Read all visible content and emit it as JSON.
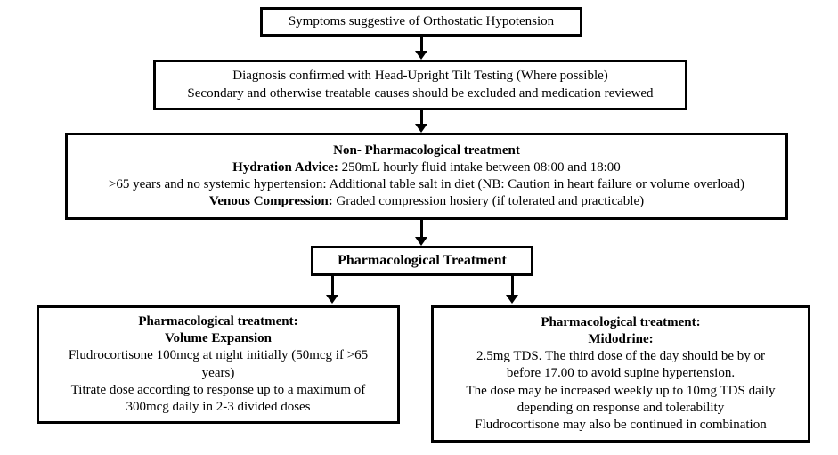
{
  "document": {
    "title": "Orthostatic Hypotension Management Flowchart",
    "type": "clinical-pathway-flowchart",
    "background_color": "#ffffff",
    "text_color": "#000000",
    "border_color": "#000000"
  },
  "nodes": {
    "symptoms": {
      "id": "node-symptoms",
      "lines": [
        {
          "text": "Symptoms suggestive of Orthostatic Hypotension",
          "bold": false
        }
      ]
    },
    "diagnosis": {
      "id": "node-diagnosis",
      "lines": [
        {
          "text": "Diagnosis confirmed with Head-Upright Tilt Testing (Where possible)",
          "bold": false
        },
        {
          "text": "Secondary and otherwise treatable causes should be excluded and medication reviewed",
          "bold": false
        }
      ]
    },
    "non_pharmacological": {
      "id": "node-nonpharm",
      "lines": [
        {
          "lead": "",
          "text": "Non- Pharmacological treatment",
          "bold": true
        },
        {
          "lead": "Hydration Advice:",
          "text": " 250mL hourly fluid intake between 08:00 and 18:00",
          "bold": false
        },
        {
          "lead": "",
          "text": ">65 years and no systemic hypertension: Additional table salt in diet (NB: Caution in heart failure or volume overload)",
          "bold": false
        },
        {
          "lead": "Venous Compression:",
          "text": " Graded compression hosiery (if tolerated and practicable)",
          "bold": false
        }
      ]
    },
    "pharmacological": {
      "id": "node-pharm",
      "lines": [
        {
          "text": "Pharmacological Treatment",
          "bold": true
        }
      ]
    },
    "volume_expansion": {
      "id": "node-volume",
      "lines": [
        {
          "text": "Pharmacological treatment:",
          "bold": true
        },
        {
          "text": "Volume Expansion",
          "bold": true
        },
        {
          "text": "Fludrocortisone 100mcg at night initially (50mcg if >65",
          "bold": false
        },
        {
          "text": "years)",
          "bold": false
        },
        {
          "text": "Titrate dose according to response up to a maximum of",
          "bold": false
        },
        {
          "text": "300mcg daily in 2-3 divided doses",
          "bold": false
        }
      ]
    },
    "midodrine": {
      "id": "node-midodrine",
      "lines": [
        {
          "text": "Pharmacological treatment:",
          "bold": true
        },
        {
          "text": "Midodrine:",
          "bold": true
        },
        {
          "text": "2.5mg TDS. The third dose of the day should be by or",
          "bold": false
        },
        {
          "text": "before 17.00 to avoid supine hypertension.",
          "bold": false
        },
        {
          "text": "The dose may be increased weekly up to 10mg TDS daily",
          "bold": false
        },
        {
          "text": "depending on response and tolerability",
          "bold": false
        },
        {
          "text": "Fludrocortisone may also be continued in combination",
          "bold": false
        }
      ]
    }
  },
  "connectors": [
    {
      "name": "symptoms-to-diagnosis",
      "from": "symptoms",
      "to": "diagnosis",
      "style": "down-arrow"
    },
    {
      "name": "diagnosis-to-non-pharmacological",
      "from": "diagnosis",
      "to": "non_pharmacological",
      "style": "down-arrow"
    },
    {
      "name": "non-pharmacological-to-pharmacological",
      "from": "non_pharmacological",
      "to": "pharmacological",
      "style": "down-arrow"
    },
    {
      "name": "pharmacological-to-volume-expansion",
      "from": "pharmacological",
      "to": "volume_expansion",
      "style": "down-arrow"
    },
    {
      "name": "pharmacological-to-midodrine",
      "from": "pharmacological",
      "to": "midodrine",
      "style": "down-arrow"
    }
  ]
}
